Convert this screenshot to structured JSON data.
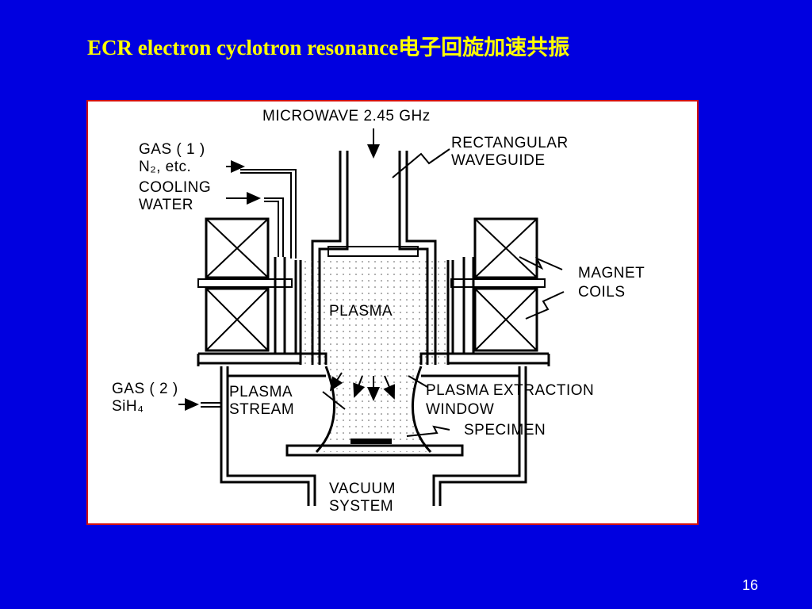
{
  "slide": {
    "title": "ECR electron cyclotron resonance电子回旋加速共振",
    "page_number": "16"
  },
  "diagram": {
    "labels": {
      "microwave": "MICROWAVE   2.45 GHz",
      "rectangular": "RECTANGULAR",
      "waveguide": "WAVEGUIDE",
      "gas1": "GAS  ( 1 )",
      "n2": "N₂, etc.",
      "cooling": "COOLING",
      "water": "WATER",
      "magnet": "MAGNET",
      "coils": "COILS",
      "plasma": "PLASMA",
      "gas2": "GAS ( 2 )",
      "sih4": "SiH₄",
      "plasma_stream_1": "PLASMA",
      "plasma_stream_2": "STREAM",
      "extraction_1": "PLASMA EXTRACTION",
      "extraction_2": "WINDOW",
      "specimen": "SPECIMEN",
      "vacuum": "VACUUM",
      "system": "SYSTEM"
    }
  }
}
